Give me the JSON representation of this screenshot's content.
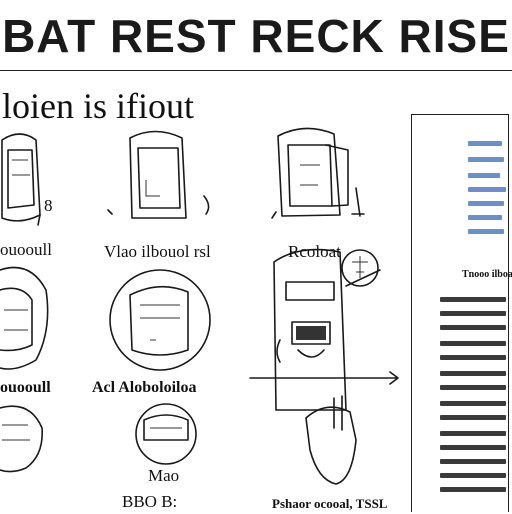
{
  "header": {
    "title": "BAT REST RECK RISE"
  },
  "section": {
    "subtitle": "loien is ifiout"
  },
  "row_labels": {
    "row1": [
      "Vlao ilbouol rsl",
      "Rcoloat"
    ],
    "row2": [
      "Acl Aloboloiloa",
      "ouooull"
    ],
    "row3": [
      "Mao",
      "BBO B:",
      "Pshaor ocooal, TSSL"
    ]
  },
  "numbers": {
    "row1_left": "8"
  },
  "side_panel": {
    "heading": "Tnooo ilboaoal"
  }
}
